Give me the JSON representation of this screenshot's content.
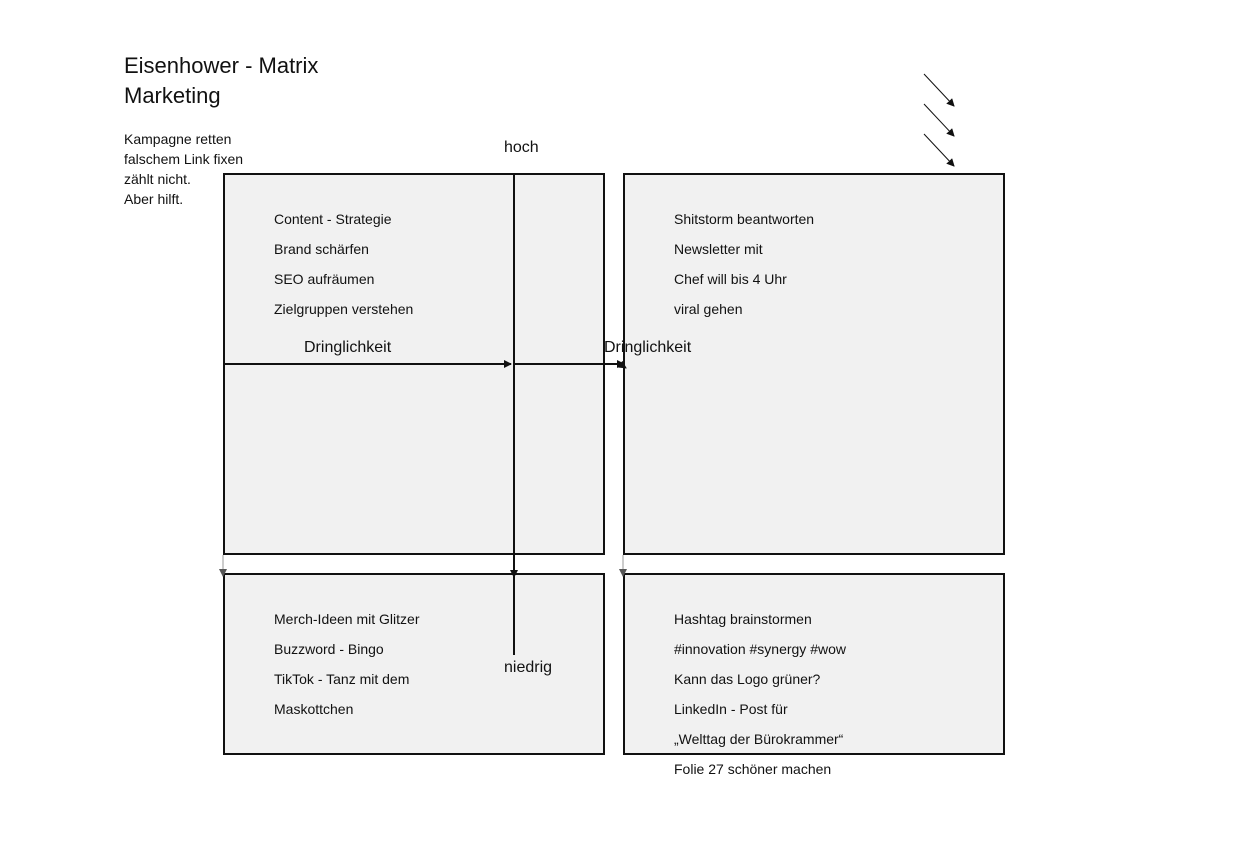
{
  "title": {
    "line1": "Eisenhower - Matrix",
    "line2": "Marketing"
  },
  "note": [
    "Kampagne retten",
    "falschem Link fixen",
    "zählt nicht.",
    "Aber hilft."
  ],
  "axis": {
    "top": "hoch",
    "bottom": "niedrig",
    "left_horizontal": "Dringlichkeit",
    "right_horizontal": "Dringlichkeit"
  },
  "quadrants": {
    "top_left": [
      "Content - Strategie",
      "Brand schärfen",
      "SEO aufräumen",
      "Zielgruppen verstehen"
    ],
    "top_right": [
      "Shitstorm beantworten",
      "Newsletter mit",
      "Chef will bis 4 Uhr",
      "viral gehen"
    ],
    "bottom_left": [
      "Merch-Ideen mit Glitzer",
      "Buzzword - Bingo",
      "TikTok - Tanz mit dem",
      "Maskottchen"
    ],
    "bottom_right": [
      "Hashtag brainstormen",
      "#innovation #synergy #wow",
      "Kann das Logo grüner?",
      "LinkedIn - Post für",
      "„Welttag der Bürokrammer“",
      "Folie 27 schöner machen"
    ]
  },
  "colors": {
    "quadrant_fill": "#f1f1f1",
    "stroke": "#111111"
  }
}
